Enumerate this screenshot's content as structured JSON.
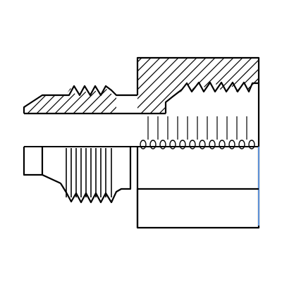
{
  "drawing": {
    "subject": "tube-fitting-adapter-half-section",
    "view": "half-section",
    "colors": {
      "background": "#ffffff",
      "outline": "#000000",
      "hatch": "#000000",
      "section_edge": "#5b8fd6"
    },
    "hatch_angle_deg": 45
  }
}
